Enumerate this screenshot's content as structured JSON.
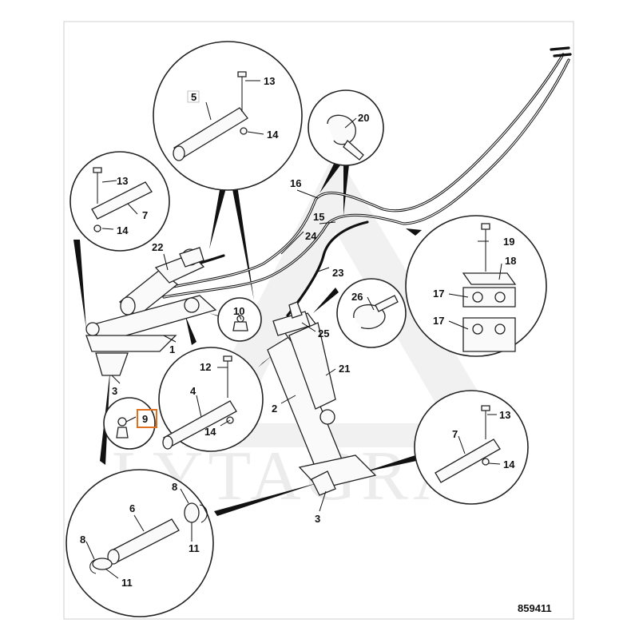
{
  "diagram": {
    "figure_code": "859411",
    "watermark": "LYTAGRA",
    "highlighted_callout": "9",
    "callouts": {
      "c1": "1",
      "c2": "2",
      "c3a": "3",
      "c3b": "3",
      "c4": "4",
      "c5": "5",
      "c6": "6",
      "c7a": "7",
      "c7b": "7",
      "c8a": "8",
      "c8b": "8",
      "c9": "9",
      "c10": "10",
      "c11a": "11",
      "c11b": "11",
      "c12": "12",
      "c13a": "13",
      "c13b": "13",
      "c13c": "13",
      "c14a": "14",
      "c14b": "14",
      "c14c": "14",
      "c14d": "14",
      "c15": "15",
      "c16": "16",
      "c17a": "17",
      "c17b": "17",
      "c18": "18",
      "c19": "19",
      "c20": "20",
      "c21": "21",
      "c22": "22",
      "c23": "23",
      "c24": "24",
      "c25": "25",
      "c26": "26"
    }
  }
}
